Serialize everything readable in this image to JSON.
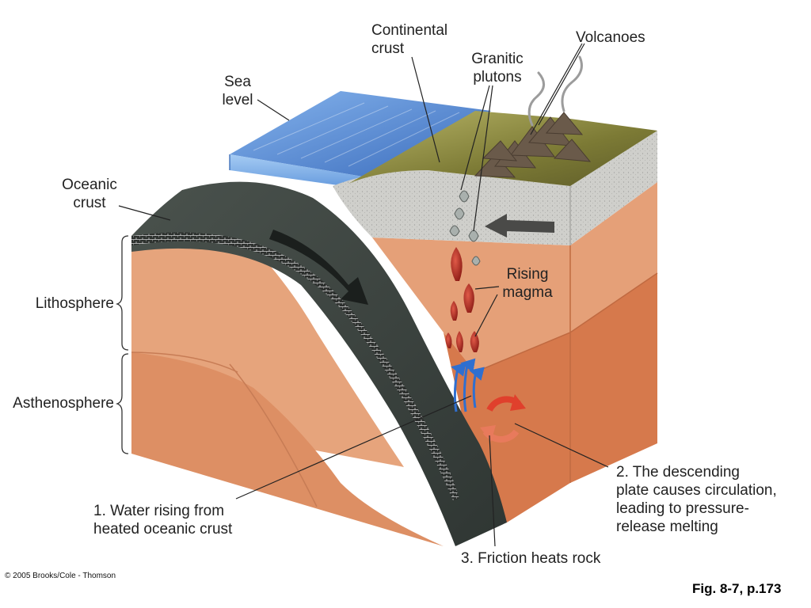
{
  "labels": {
    "continental_crust": "Continental\ncrust",
    "volcanoes": "Volcanoes",
    "granitic_plutons": "Granitic\nplutons",
    "sea_level": "Sea\nlevel",
    "oceanic_crust": "Oceanic\ncrust",
    "rising_magma": "Rising\nmagma",
    "lithosphere": "Lithosphere",
    "asthenosphere": "Asthenosphere",
    "step1": "1. Water rising from\nheated oceanic crust",
    "step2": "2. The descending\nplate causes circulation,\nleading to pressure-\nrelease melting",
    "step3": "3. Friction heats rock"
  },
  "copyright": "© 2005 Brooks/Cole - Thomson",
  "figure_ref": "Fig. 8-7, p.173",
  "colors": {
    "sea": "#4d86d6",
    "oceanic_crust": "#3d4541",
    "continental_crust": "#c8c8c4",
    "lithosphere": "#e3a27a",
    "asthenosphere": "#d9885e",
    "land": "#8c8a3c",
    "magma": "#b3281e",
    "water_arrows": "#2f6fd0",
    "circulation_arrow": "#e0402c"
  }
}
